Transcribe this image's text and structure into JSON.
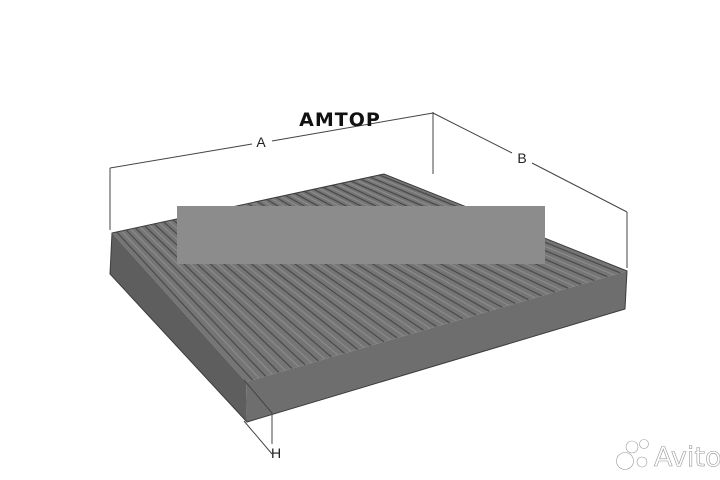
{
  "brand": {
    "name": "AMTOP"
  },
  "dimensions": {
    "length_label": "A",
    "width_label": "B",
    "height_label": "H"
  },
  "watermark": {
    "name": "Avito",
    "icon": "avito-dots-icon"
  },
  "colors": {
    "filter_top": "#757575",
    "filter_front": "#6e6e6e",
    "filter_side": "#5e5e5e",
    "pleat_line": "#4a4a4a",
    "dimension_line": "#444444",
    "censor_block": "#8c8c8c"
  }
}
